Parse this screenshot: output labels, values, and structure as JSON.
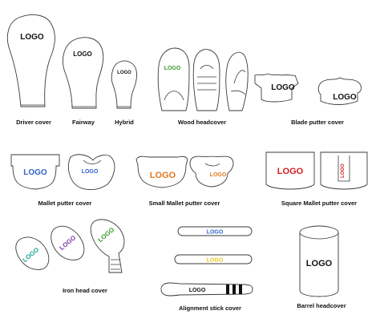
{
  "colors": {
    "black": "#111111",
    "green": "#3a9a2a",
    "blue": "#2f63c9",
    "orange": "#e4781e",
    "red": "#d21c22",
    "purple": "#7a3aa8",
    "yellow": "#e8c51a",
    "teal": "#1ea39a"
  },
  "logo_text": "LOGO",
  "captions": {
    "driver": "Driver cover",
    "fairway": "Fairway",
    "hybrid": "Hybrid",
    "wood": "Wood headcover",
    "blade": "Blade putter cover",
    "mallet": "Mallet putter cover",
    "small_mallet": "Small Mallet putter cover",
    "square_mallet": "Square Mallet putter cover",
    "iron": "Iron head cover",
    "alignment": "Alignment stick cover",
    "barrel": "Barrel headcover"
  }
}
